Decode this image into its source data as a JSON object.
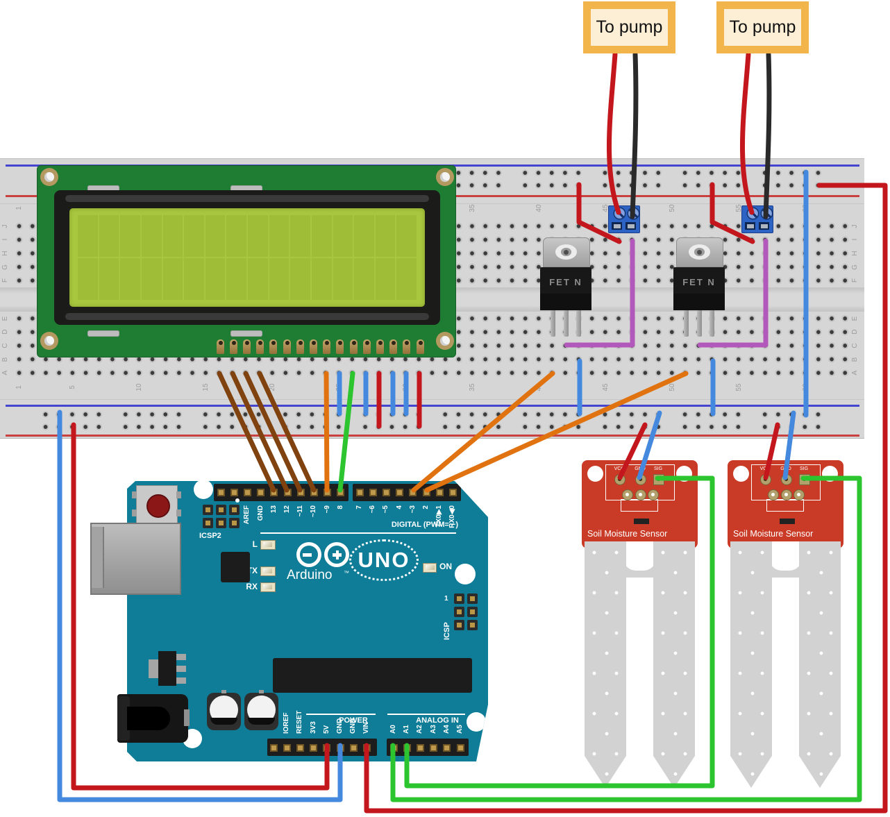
{
  "pump_labels": [
    "To pump",
    "To pump"
  ],
  "breadboard": {
    "rows_top": [
      "J",
      "I",
      "H",
      "G",
      "F"
    ],
    "rows_bottom": [
      "E",
      "D",
      "C",
      "B",
      "A"
    ],
    "col_numbers": [
      1,
      5,
      10,
      15,
      20,
      25,
      30,
      35,
      40,
      45,
      50,
      55,
      60
    ]
  },
  "fet": {
    "label": "FET N"
  },
  "arduino": {
    "reset": "RESET",
    "icsp2": "ICSP2",
    "icsp": "ICSP",
    "icsp_pin1": "1",
    "digital_caption": "DIGITAL (PWM= ~)",
    "top_left_pins": [
      "AREF",
      "GND",
      "13",
      "12",
      "~11",
      "~10",
      "~9",
      "8"
    ],
    "top_right_pins": [
      "7",
      "~6",
      "~5",
      "4",
      "~3",
      "2",
      "TX0▶1",
      "RX0◀0"
    ],
    "leds": {
      "l": "L",
      "tx": "TX",
      "rx": "RX",
      "on": "ON"
    },
    "brand": "Arduino",
    "brand_tm": "™",
    "model": "UNO",
    "power_caption": "POWER",
    "analog_caption": "ANALOG IN",
    "power_pins": [
      "IOREF",
      "RESET",
      "3V3",
      "5V",
      "GND",
      "GND",
      "VIN"
    ],
    "analog_pins": [
      "A0",
      "A1",
      "A2",
      "A3",
      "A4",
      "A5"
    ]
  },
  "sensor": {
    "title": "Soil Moisture Sensor",
    "pins": [
      "VCC",
      "GND",
      "SIG"
    ]
  },
  "palette": {
    "wire_red": "#c3171d",
    "wire_black": "#2a2a2a",
    "wire_blue": "#4489dd",
    "wire_green": "#2cc42f",
    "wire_orange": "#e0720f",
    "wire_brown": "#80420e",
    "wire_purple": "#b258ba",
    "arduino_board": "#0f7d98",
    "breadboard": "#d6d6d6",
    "lcd_pcb": "#1f7c33",
    "lcd_screen": "#a8c63e",
    "sensor_pcb": "#c93b26",
    "pump_label_border": "#f2b54b",
    "pump_label_fill": "#fdeed6",
    "terminal_block": "#2e63c6"
  }
}
